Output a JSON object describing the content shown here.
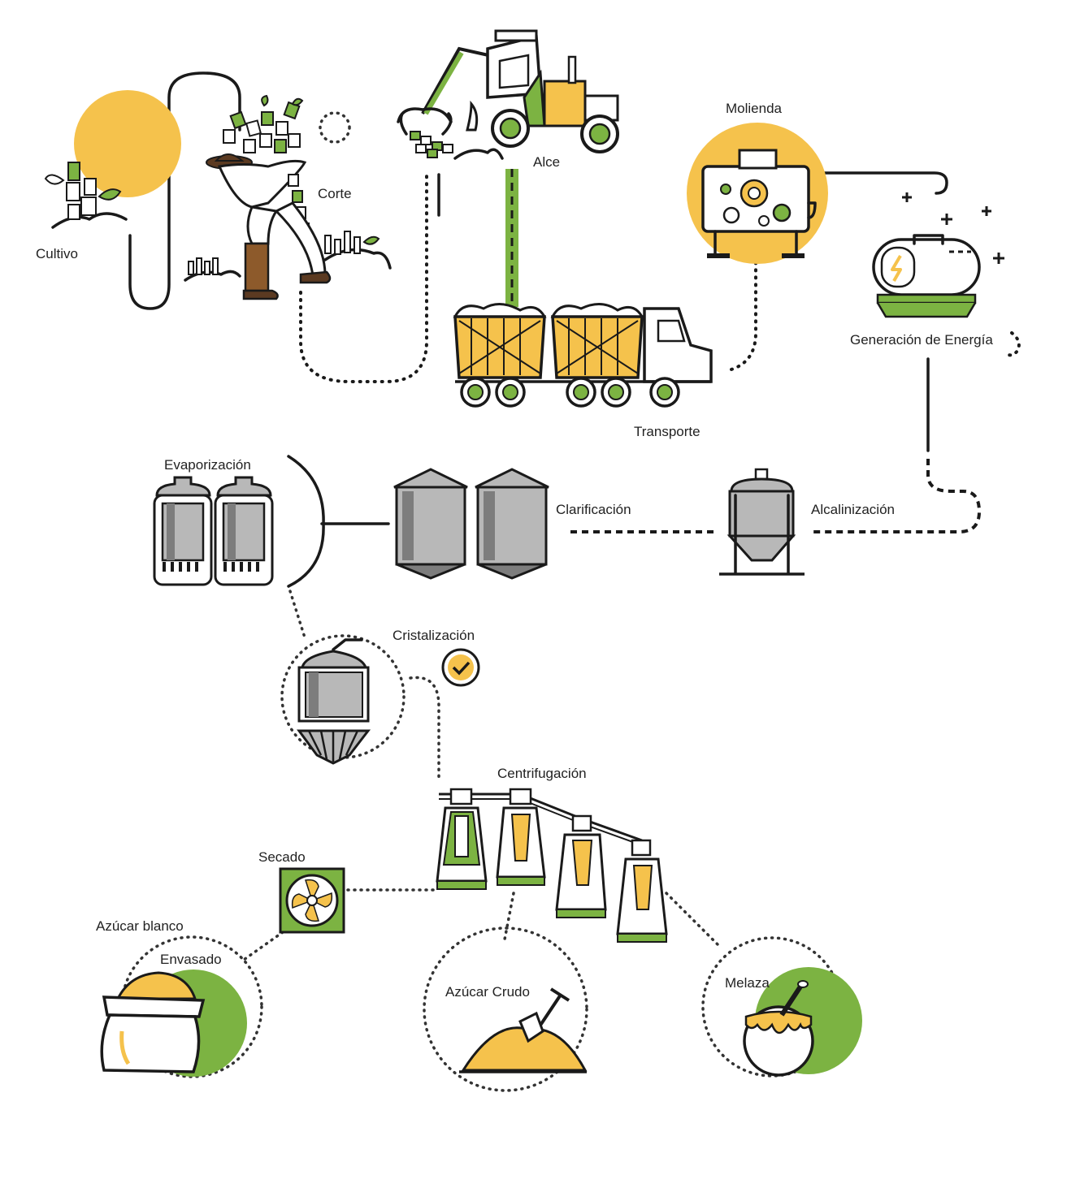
{
  "colors": {
    "yellow": "#f5c24c",
    "green": "#7cb342",
    "dark": "#1a1a1a",
    "gray": "#b8b8b8",
    "darkgray": "#7d7d7d"
  },
  "stages": {
    "cultivo": "Cultivo",
    "corte": "Corte",
    "alce": "Alce",
    "molienda": "Molienda",
    "generacion": "Generación de Energía",
    "transporte": "Transporte",
    "evaporizacion": "Evaporización",
    "clarificacion": "Clarificación",
    "alcalinizacion": "Alcalinización",
    "cristalizacion": "Cristalización",
    "centrifugacion": "Centrifugación",
    "secado": "Secado",
    "azucar_blanco": "Azúcar blanco",
    "envasado": "Envasado",
    "azucar_crudo": "Azúcar Crudo",
    "melaza": "Melaza"
  },
  "icons": [
    "plant-icon",
    "worker-icon",
    "harvester-icon",
    "mill-icon",
    "battery-icon",
    "truck-icon",
    "evaporator-icon",
    "silo-icon",
    "tank-icon",
    "crystallizer-icon",
    "check-icon",
    "centrifuge-icon",
    "fan-icon",
    "sugar-bag-icon",
    "sugar-pile-icon",
    "molasses-pot-icon"
  ]
}
